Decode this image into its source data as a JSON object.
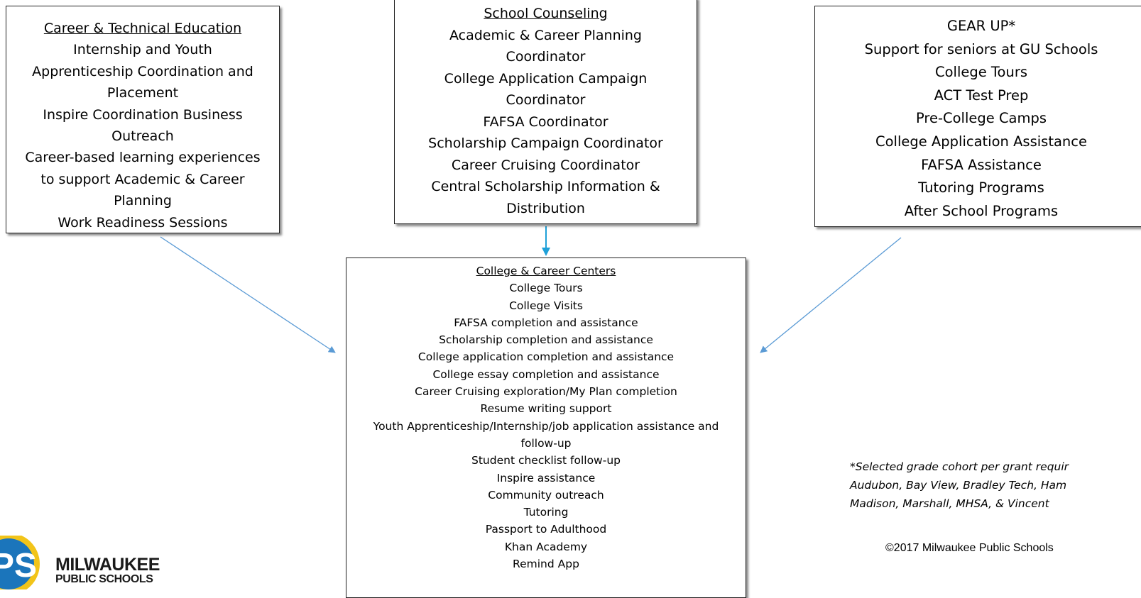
{
  "colors": {
    "arrow": "#5B9BD5",
    "arrow_center": "#1FA0D8",
    "logo_ring": "#F2C419",
    "logo_blue": "#1B75BB"
  },
  "cte_box": {
    "title": "Career & Technical Education",
    "lines": [
      "Internship and Youth",
      "Apprenticeship Coordination and",
      "Placement",
      "Inspire Coordination Business",
      "Outreach",
      "Career-based learning experiences",
      "to support Academic & Career",
      "Planning",
      "Work Readiness Sessions"
    ]
  },
  "sc_box": {
    "title": "School Counseling",
    "lines": [
      "Academic & Career Planning",
      "Coordinator",
      "College Application Campaign",
      "Coordinator",
      "FAFSA Coordinator",
      "Scholarship Campaign Coordinator",
      "Career Cruising Coordinator",
      "Central Scholarship Information &",
      "Distribution"
    ]
  },
  "gu_box": {
    "title": "GEAR UP*",
    "lines": [
      "Support for seniors at GU Schools",
      "College Tours",
      "ACT Test Prep",
      "Pre-College Camps",
      "College Application Assistance",
      "FAFSA Assistance",
      "Tutoring Programs",
      "After School Programs"
    ]
  },
  "cc_box": {
    "title": "College & Career Centers",
    "lines": [
      "College Tours",
      "College Visits",
      "FAFSA completion and assistance",
      "Scholarship completion and assistance",
      "College application completion and assistance",
      "College essay completion and assistance",
      "Career Cruising exploration/My Plan completion",
      "Resume writing support",
      "Youth Apprenticeship/Internship/job application assistance and",
      "follow-up",
      "Student checklist follow-up",
      "Inspire assistance",
      "Community outreach",
      "Tutoring",
      "Passport to Adulthood",
      "Khan Academy",
      "Remind App"
    ]
  },
  "footnote": {
    "lines": [
      "*Selected grade cohort per grant requir",
      "Audubon, Bay View, Bradley Tech, Ham",
      "Madison, Marshall, MHSA, & Vincent"
    ]
  },
  "copyright": "©2017 Milwaukee Public Schools",
  "logo": {
    "emblem": "PS",
    "name_line1": "MILWAUKEE",
    "name_line2": "PUBLIC SCHOOLS"
  }
}
